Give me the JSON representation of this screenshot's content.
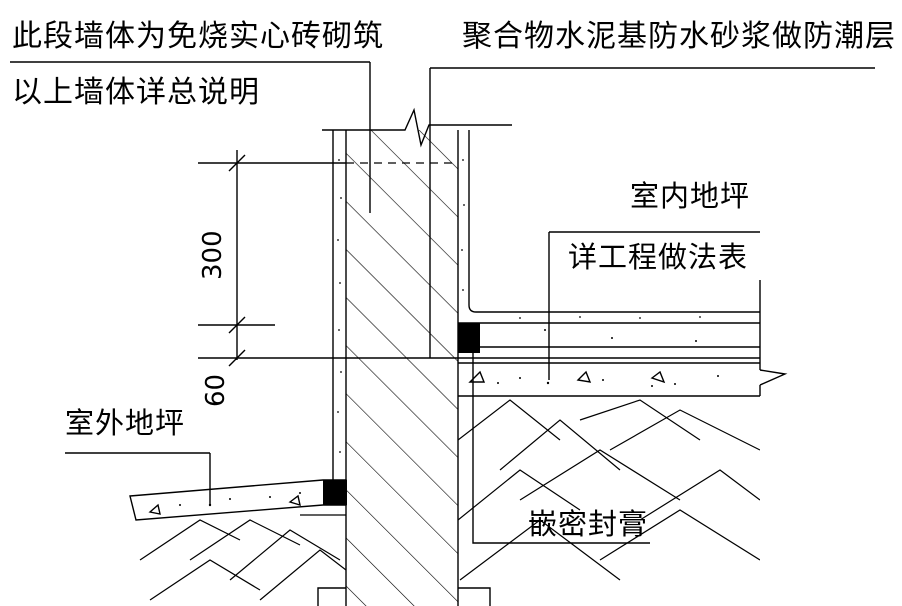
{
  "labels": {
    "wall_note_line1": "此段墙体为免烧实心砖砌筑",
    "wall_note_line2": "以上墙体详总说明",
    "dpc_note": "聚合物水泥基防水砂浆做防潮层",
    "indoor_floor_line1": "室内地坪",
    "indoor_floor_line2": "详工程做法表",
    "outdoor_ground": "室外地坪",
    "sealant": "嵌密封膏"
  },
  "dimensions": {
    "upper": "300",
    "lower": "60"
  },
  "colors": {
    "line": "#000000",
    "background": "#ffffff"
  }
}
